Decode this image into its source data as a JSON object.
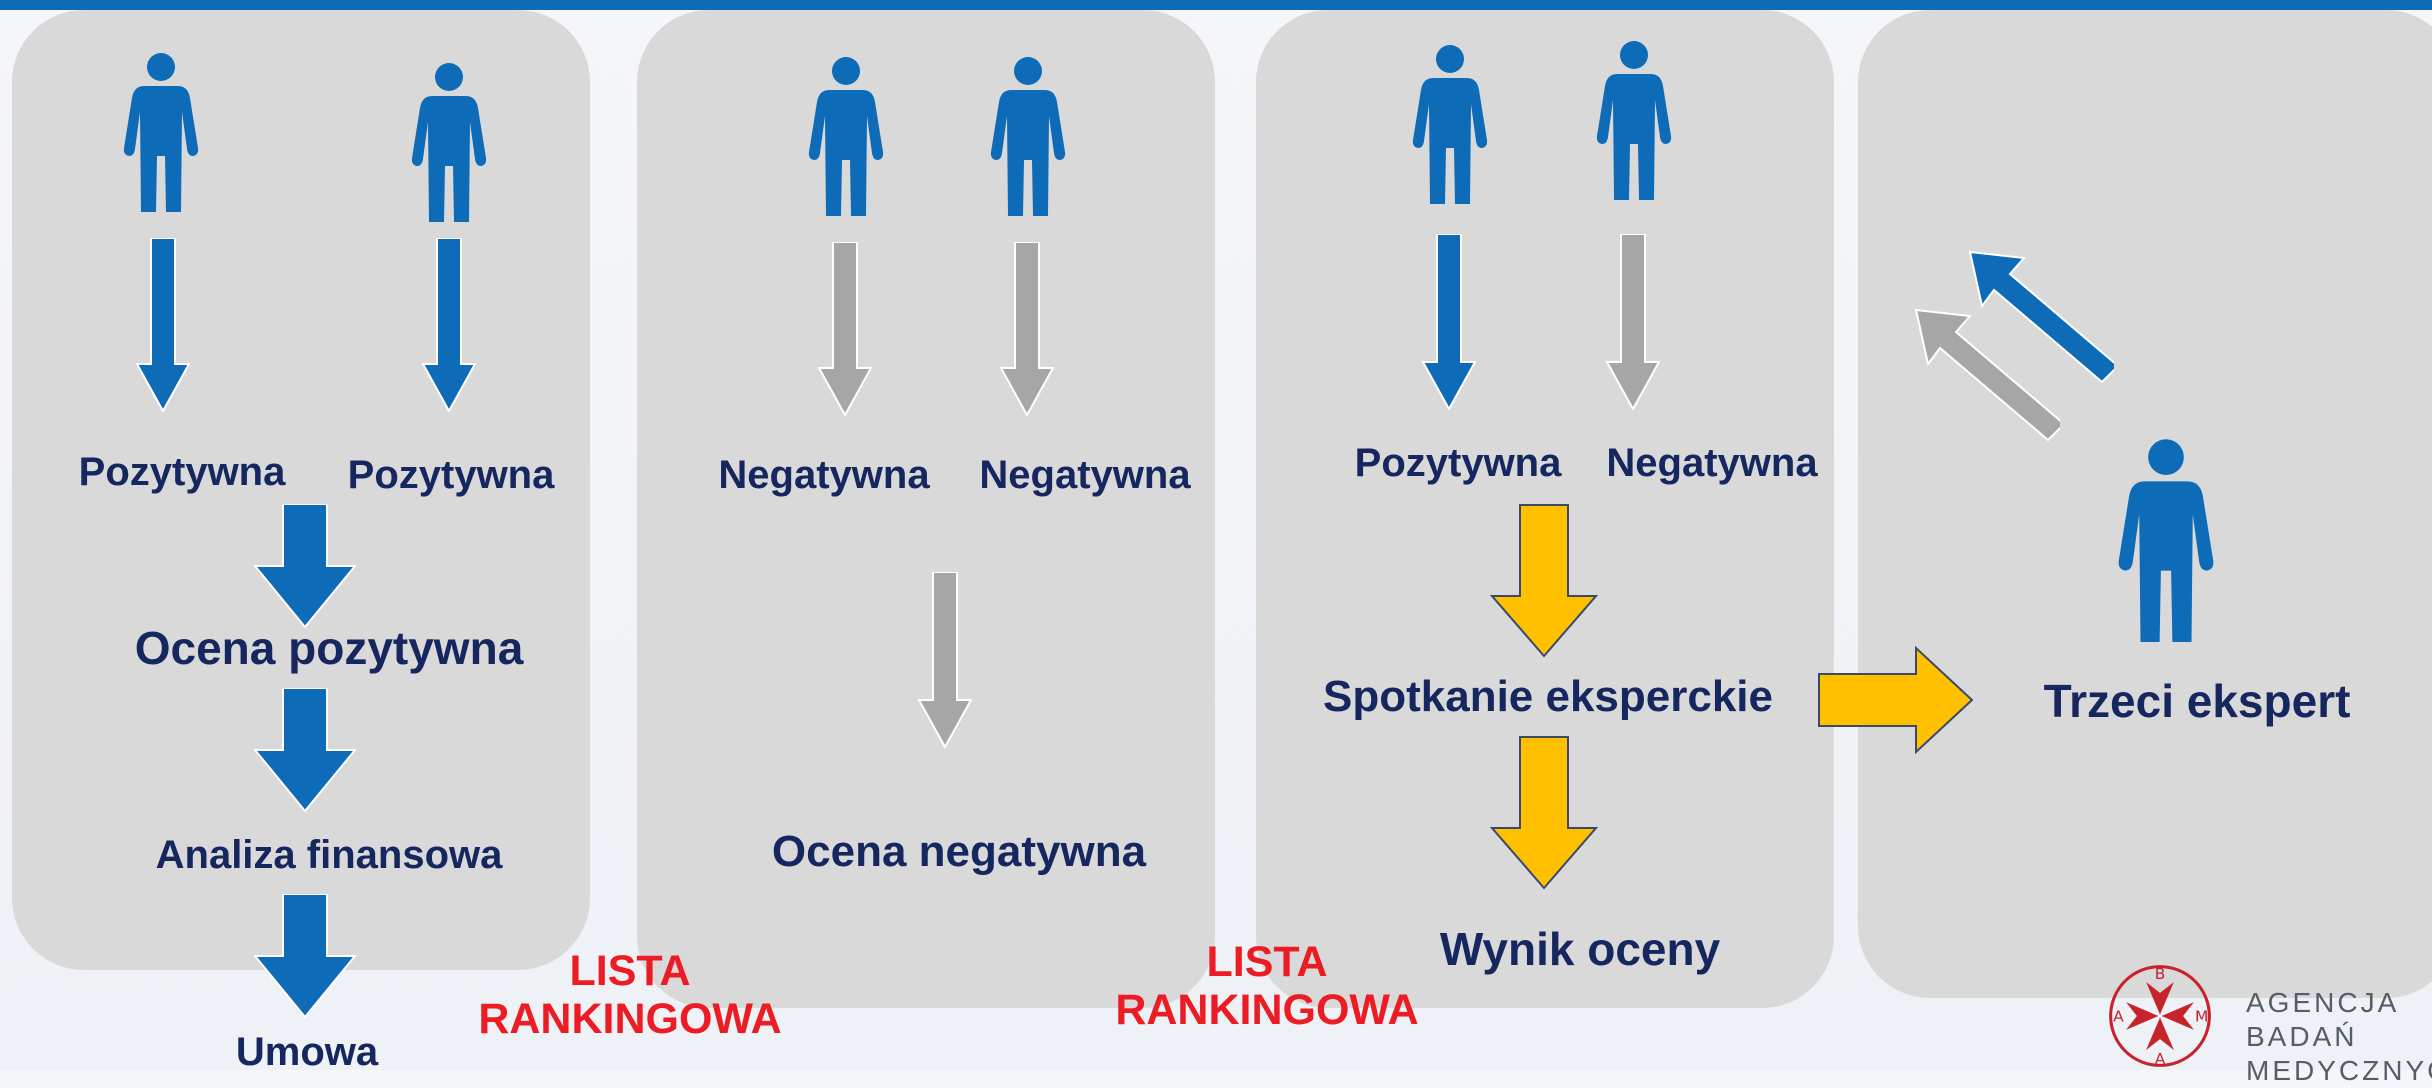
{
  "colors": {
    "panel": "#d9d9d9",
    "blue": "#0e6bb8",
    "gray": "#a6a6a6",
    "yellow": "#ffc000",
    "navy_text": "#16265f",
    "red_text": "#ec1c24"
  },
  "panel1": {
    "label_left": "Pozytywna",
    "label_right": "Pozytywna",
    "step1": "Ocena pozytywna",
    "step2": "Analiza finansowa",
    "step3": "Umowa"
  },
  "panel2": {
    "label_left": "Negatywna",
    "label_right": "Negatywna",
    "result": "Ocena negatywna"
  },
  "panel3": {
    "label_left": "Pozytywna",
    "label_right": "Negatywna",
    "meeting": "Spotkanie eksperckie",
    "result": "Wynik oceny"
  },
  "panel4": {
    "expert": "Trzeci ekspert"
  },
  "ranking_left": {
    "line1": "LISTA",
    "line2": "RANKINGOWA"
  },
  "ranking_right": {
    "line1": "LISTA",
    "line2": "RANKINGOWA"
  },
  "logo": {
    "monogram": [
      "A",
      "B",
      "M",
      "A"
    ],
    "line1": "AGENCJA",
    "line2": "BADAŃ",
    "line3": "MEDYCZNYCH"
  },
  "icons": [
    "person-icon",
    "arrow-down-icon",
    "arrow-right-icon",
    "arrow-diagonal-icon",
    "maltese-cross-icon"
  ]
}
